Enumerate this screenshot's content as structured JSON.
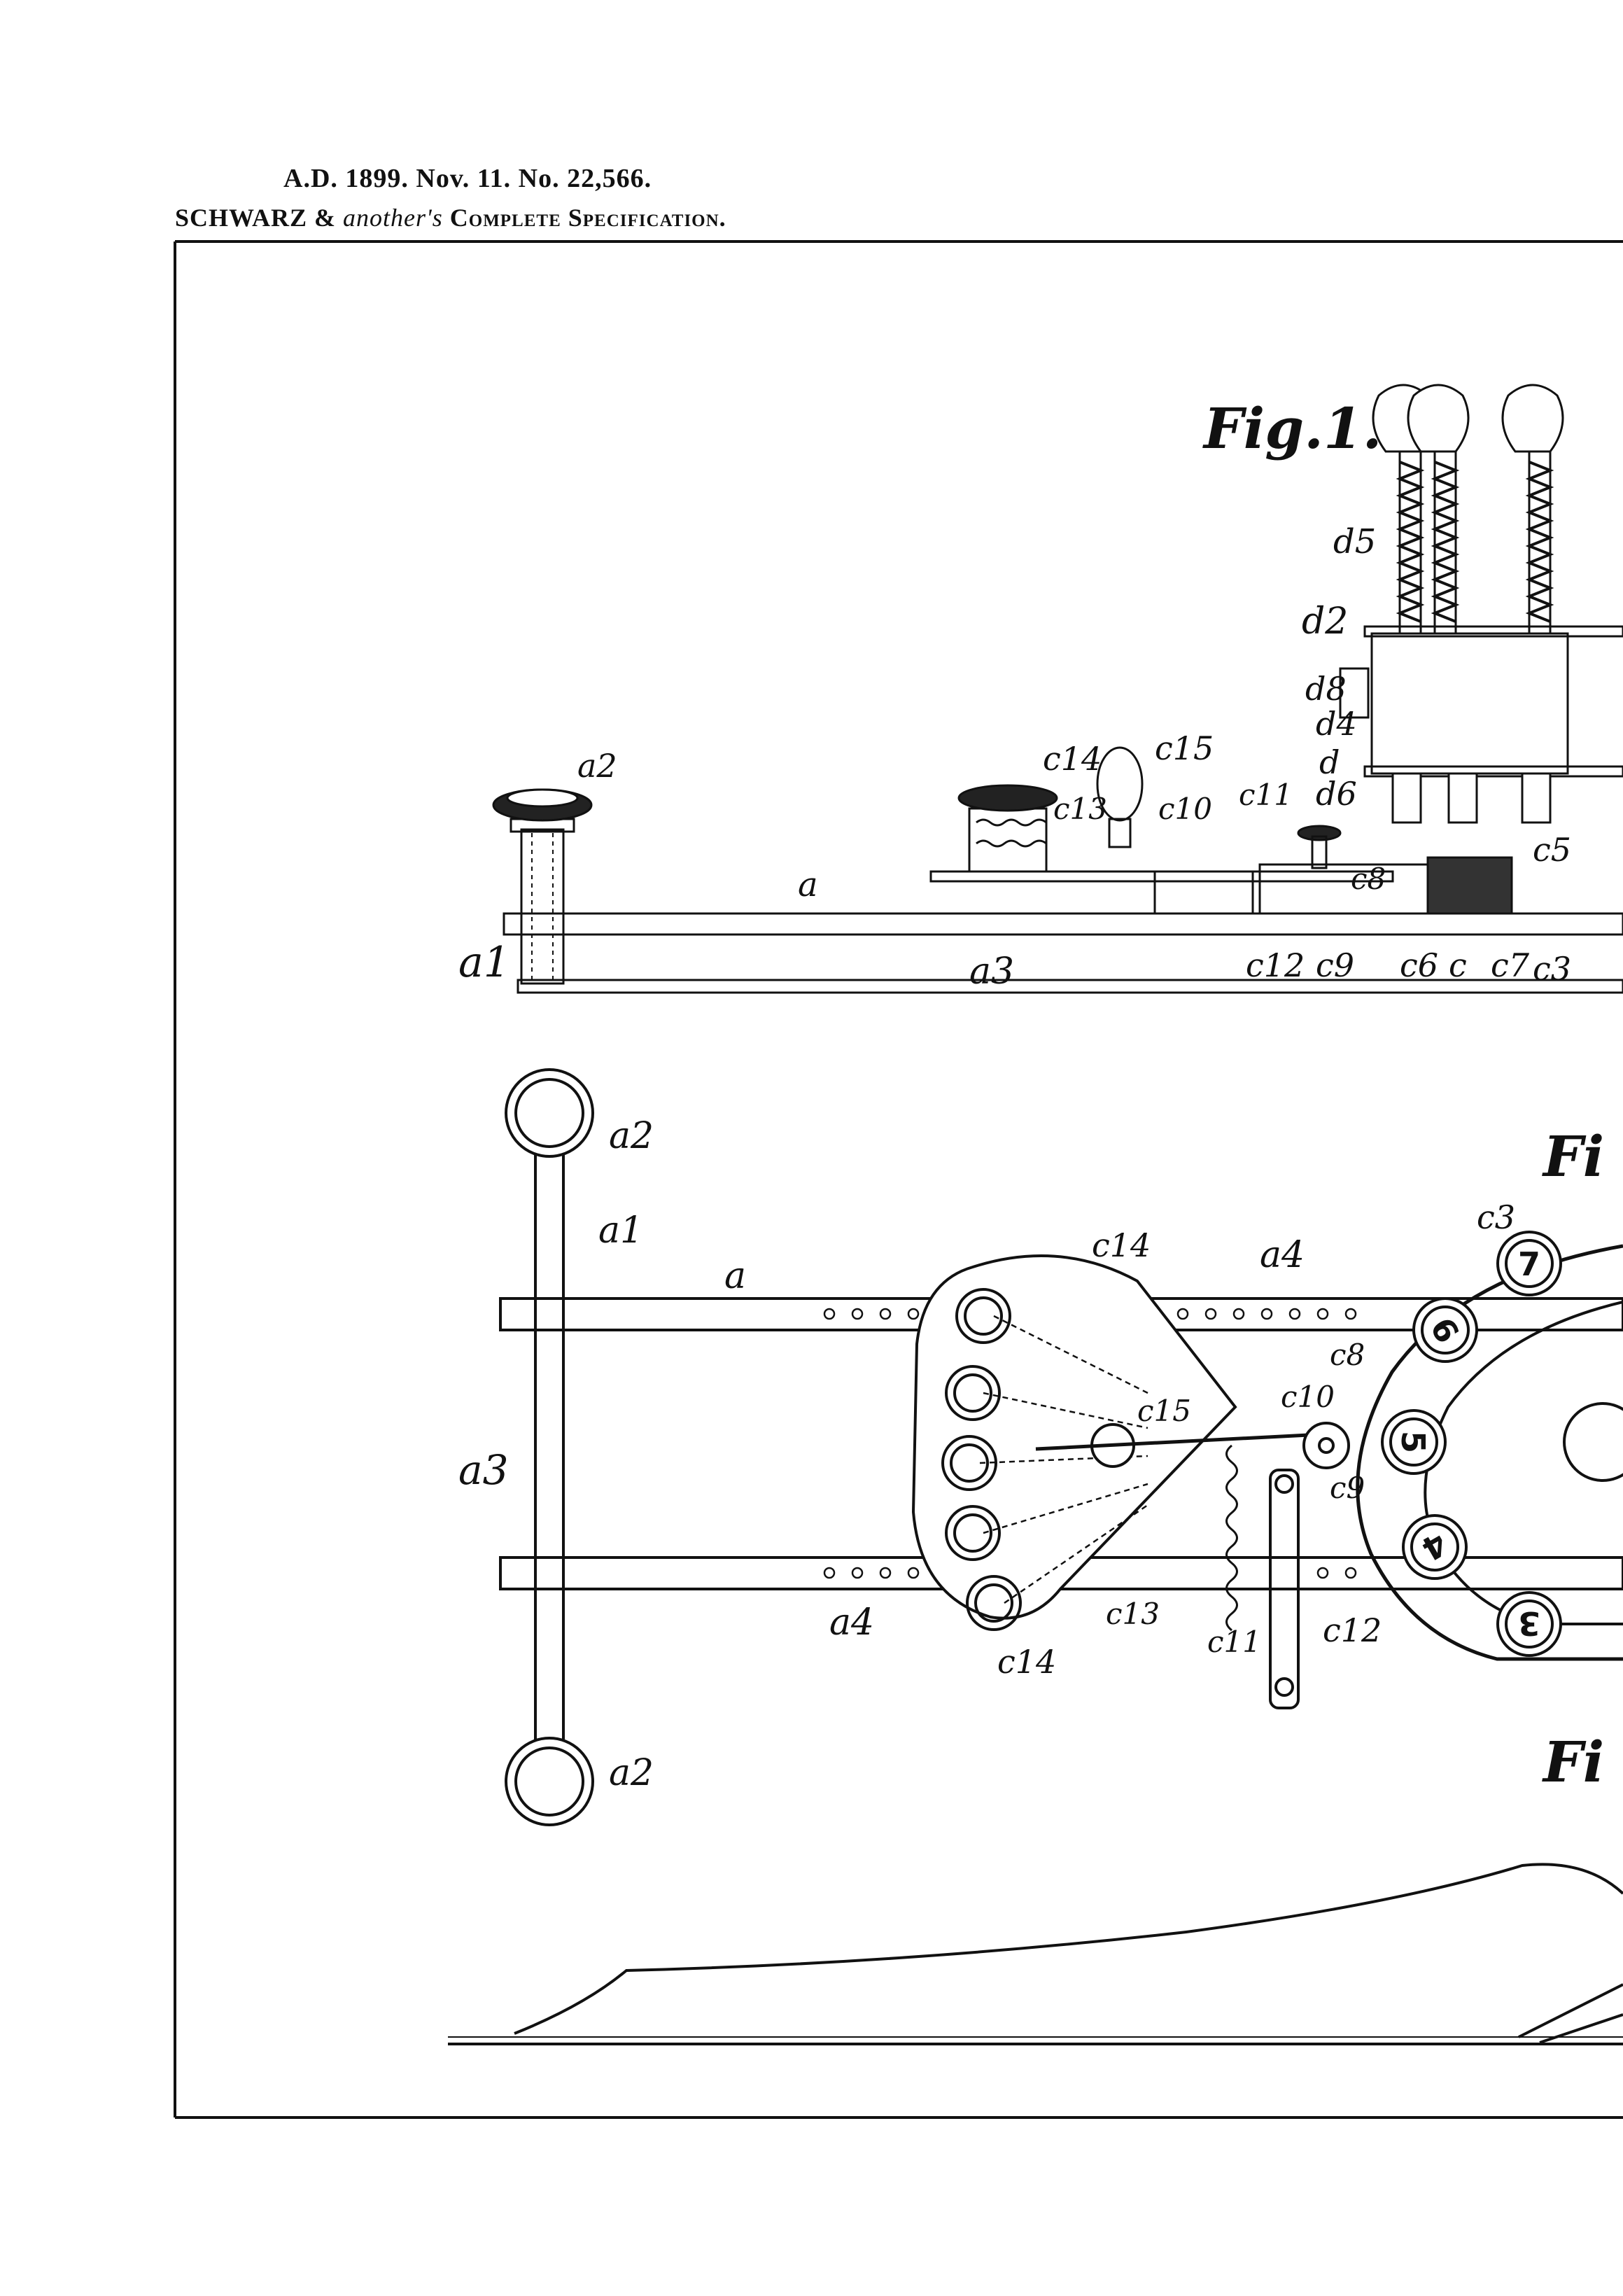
{
  "header": {
    "line1": "A.D. 1899. Nov. 11. No. 22,566.",
    "applicant": "SCHWARZ",
    "amp": "&",
    "another": "another's",
    "spec": "Complete Specification."
  },
  "figures": {
    "fig1_title": "Fig.1.",
    "fig2_title": "Fi",
    "fig3_title": "Fi"
  },
  "labels": {
    "fig1": [
      "d5",
      "d2",
      "d8",
      "d4",
      "d",
      "d6",
      "a2",
      "c14",
      "c15",
      "c13",
      "c10",
      "c11",
      "c5",
      "c8",
      "a",
      "a1",
      "a3",
      "c12",
      "c9",
      "c6",
      "c",
      "c7",
      "c3"
    ],
    "fig2": [
      "a2",
      "a1",
      "a",
      "c14",
      "a4",
      "c3",
      "c8",
      "c10",
      "c15",
      "a3",
      "c9",
      "a4",
      "c13",
      "c11",
      "c12",
      "c14",
      "a2"
    ]
  },
  "wheel_numbers": [
    "7",
    "6",
    "5",
    "4",
    "3"
  ],
  "colors": {
    "ink": "#111111",
    "paper": "#ffffff"
  }
}
